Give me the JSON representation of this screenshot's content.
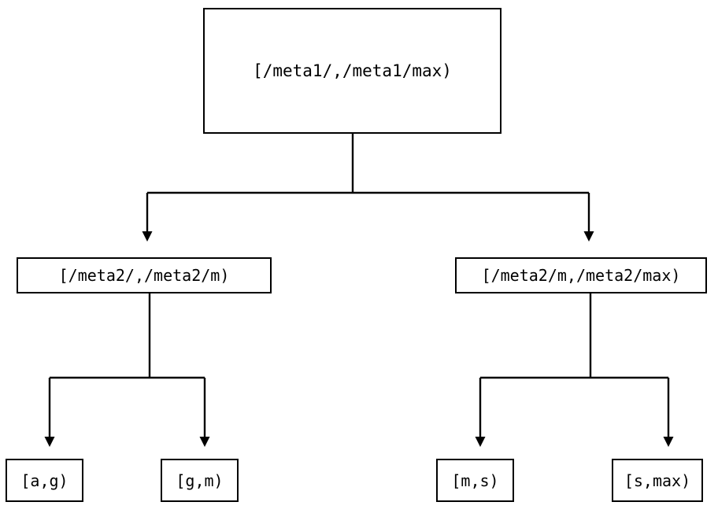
{
  "diagram": {
    "type": "tree",
    "orientation": "top-down",
    "background_color": "#ffffff",
    "line_color": "#000000",
    "text_color": "#000000",
    "edge_style": "orthogonal-elbow-with-arrowhead",
    "nodes": {
      "root": {
        "label": "[/meta1/,/meta1/max)"
      },
      "mid": [
        {
          "label": "[/meta2/,/meta2/m)"
        },
        {
          "label": "[/meta2/m,/meta2/max)"
        }
      ],
      "leaves": [
        {
          "label": "[a,g)"
        },
        {
          "label": "[g,m)"
        },
        {
          "label": "[m,s)"
        },
        {
          "label": "[s,max)"
        }
      ]
    }
  }
}
